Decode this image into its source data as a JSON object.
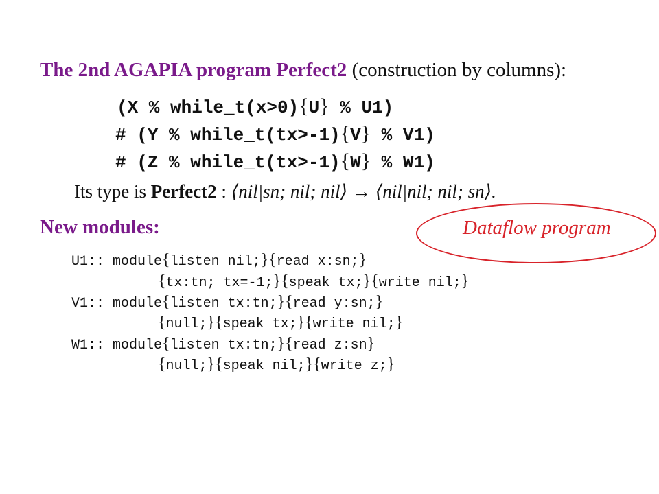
{
  "heading": {
    "bold_part": "The 2nd AGAPIA program Perfect2",
    "rest": " (construction by columns):"
  },
  "program": {
    "line1": {
      "a": "(X % while_t(x>0)",
      "b": "U",
      "c": " % U1)"
    },
    "line2": {
      "a": "# (Y % while_t(tx>-1)",
      "b": "V",
      "c": " % V1)"
    },
    "line3": {
      "a": "# (Z % while_t(tx>-1)",
      "b": "W",
      "c": " % W1)"
    }
  },
  "type_line": {
    "prefix": "Its type is ",
    "name": "Perfect2",
    "colon": " : ",
    "lhs": "⟨nil|sn; nil; nil⟩",
    "arrow": " → ",
    "rhs": "⟨nil|nil; nil; sn⟩."
  },
  "new_modules_label": "New modules:",
  "dataflow_label": "Dataflow program",
  "modules": {
    "u1_head": "U1:: module",
    "u1_a": "listen nil;",
    "u1_b": "read x:sn;",
    "u1_c": "tx:tn; tx=-1;",
    "u1_d": "speak tx;",
    "u1_e": "write nil;",
    "v1_head": "V1:: module",
    "v1_a": "listen tx:tn;",
    "v1_b": "read y:sn;",
    "v1_c": "null;",
    "v1_d": "speak tx;",
    "v1_e": "write nil;",
    "w1_head": "W1:: module",
    "w1_a": "listen tx:tn;",
    "w1_b": "read z:sn",
    "w1_c": "null;",
    "w1_d": "speak nil;",
    "w1_e": "write z;"
  },
  "colors": {
    "purple": "#7a1a8a",
    "red": "#d8232a"
  }
}
